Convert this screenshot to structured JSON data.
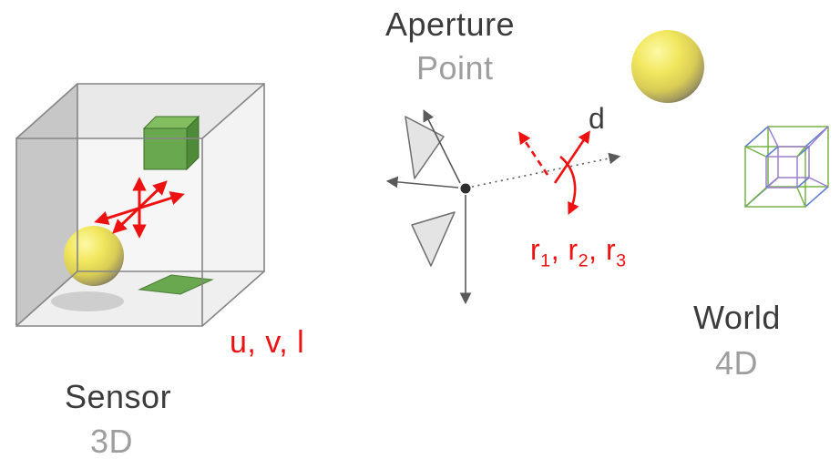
{
  "sensor": {
    "title": "Sensor",
    "dimension": "3D",
    "coords_label": "u, v, l"
  },
  "aperture": {
    "title": "Aperture",
    "type": "Point",
    "direction_label": "d",
    "ray_label": {
      "r1": "r",
      "s1": "1",
      "sep1": ", ",
      "r2": "r",
      "s2": "2",
      "sep2": ", ",
      "r3": "r",
      "s3": "3"
    }
  },
  "world": {
    "title": "World",
    "dimension": "4D"
  },
  "icons": {
    "sensor_box": "3d-box",
    "axes_arrows": "red-3d-axes-arrows",
    "sphere": "yellow-sphere",
    "aperture_blades": "gray-shutter-blades",
    "optical_axis": "dotted-optical-axis-arrow",
    "tesseract": "4d-hypercube-wireframe"
  },
  "colors": {
    "red": "#ee1111",
    "green": "#6aa84f",
    "green_light": "#82bd60",
    "green_dark": "#4f8a39",
    "yellow": "#efe45e",
    "text_dark": "#3c3c3c",
    "text_gray": "#9e9e9e",
    "line_gray": "#5a5a5a",
    "box_gray": "#858585",
    "tesseract_green": "#6fae3e",
    "tesseract_blue": "#5577cc",
    "tesseract_purple": "#9977cc"
  }
}
